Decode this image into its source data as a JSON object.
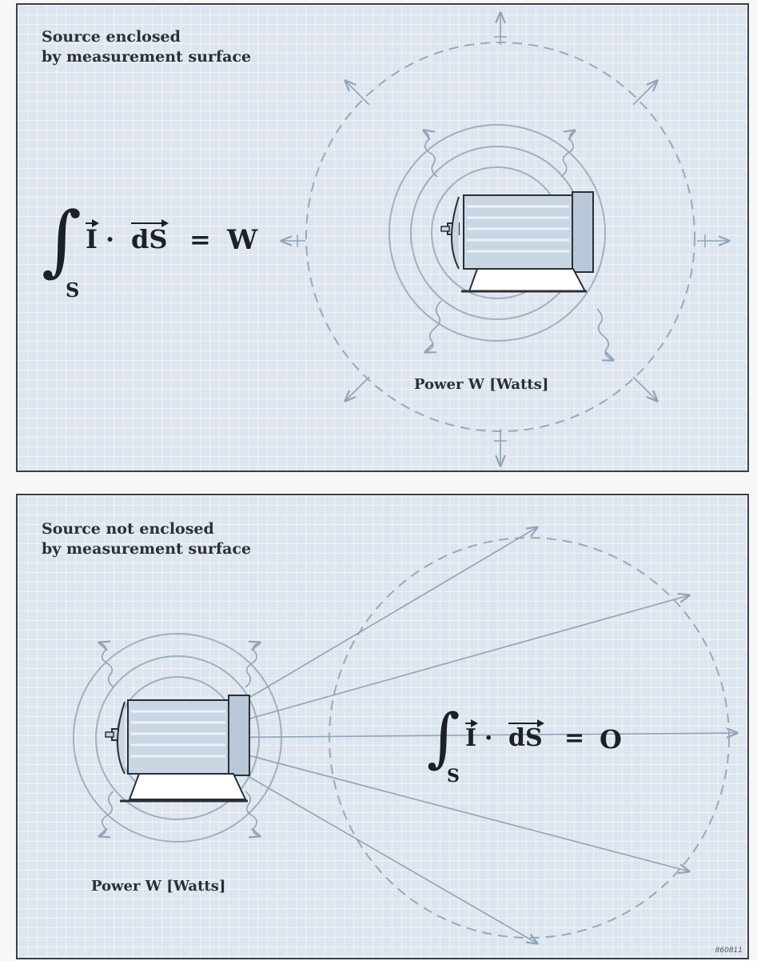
{
  "top_panel": {
    "caption_line1": "Source enclosed",
    "caption_line2": "by measurement surface",
    "power_label": "Power W [Watts]",
    "formula": {
      "integral": "∫",
      "subscript": "S",
      "vector_i": "I",
      "dot": "·",
      "vector_ds": "dS",
      "equals": "=",
      "result": "W"
    }
  },
  "bottom_panel": {
    "caption_line1": "Source not enclosed",
    "caption_line2": "by measurement surface",
    "power_label": "Power W [Watts]",
    "formula": {
      "integral": "∫",
      "subscript": "S",
      "vector_i": "I",
      "dot": "·",
      "vector_ds": "dS",
      "equals": "=",
      "result": "O"
    },
    "figure_number": "860811"
  },
  "colors": {
    "panel_fill": "#dde5ee",
    "line_blue": "#8fa3b8",
    "motor_body": "#c9d6e3",
    "text": "#1d2026"
  }
}
